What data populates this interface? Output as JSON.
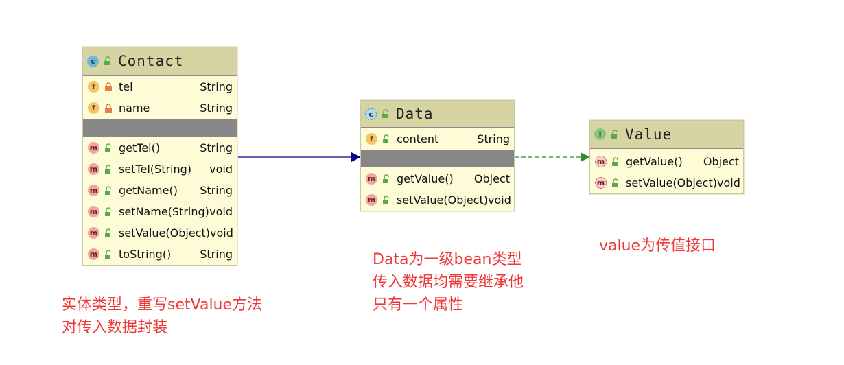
{
  "classes": {
    "contact": {
      "name": "Contact",
      "badge": "c",
      "fields": [
        {
          "name": "tel",
          "type": "String"
        },
        {
          "name": "name",
          "type": "String"
        }
      ],
      "methods": [
        {
          "name": "getTel()",
          "type": "String"
        },
        {
          "name": "setTel(String)",
          "type": "void"
        },
        {
          "name": "getName()",
          "type": "String"
        },
        {
          "name": "setName(String)",
          "type": "void"
        },
        {
          "name": "setValue(Object)",
          "type": "void"
        },
        {
          "name": "toString()",
          "type": "String"
        }
      ]
    },
    "data": {
      "name": "Data",
      "badge": "c",
      "fields": [
        {
          "name": "content",
          "type": "String"
        }
      ],
      "methods": [
        {
          "name": "getValue()",
          "type": "Object"
        },
        {
          "name": "setValue(Object)",
          "type": "void"
        }
      ]
    },
    "value": {
      "name": "Value",
      "badge": "I",
      "methods": [
        {
          "name": "getValue()",
          "type": "Object"
        },
        {
          "name": "setValue(Object)",
          "type": "void"
        }
      ]
    }
  },
  "badges": {
    "field": "f",
    "method": "m"
  },
  "notes": {
    "contact": [
      "实体类型，重写setValue方法",
      "对传入数据封装"
    ],
    "data": [
      "Data为一级bean类型",
      "传入数据均需要继承他",
      "只有一个属性"
    ],
    "value": [
      "value为传值接口"
    ]
  },
  "colors": {
    "extends_arrow": "#00008b",
    "implements_arrow": "#2e8b2e",
    "note_text": "#ee3838",
    "header_bg": "#d6d4a3",
    "body_bg": "#fefcd7",
    "separator": "#878787"
  }
}
